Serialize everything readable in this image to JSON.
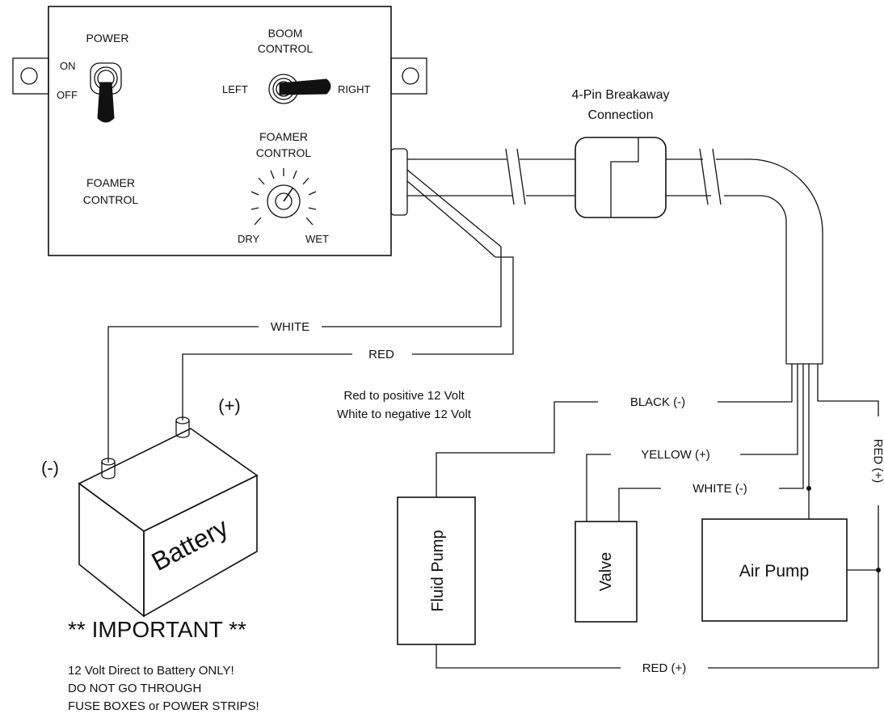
{
  "control_box": {
    "power_label": "POWER",
    "on_label": "ON",
    "off_label": "OFF",
    "boom_label_1": "BOOM",
    "boom_label_2": "CONTROL",
    "left_label": "LEFT",
    "right_label": "RIGHT",
    "foamer_dial_label_1": "FOAMER",
    "foamer_dial_label_2": "CONTROL",
    "dry_label": "DRY",
    "wet_label": "WET",
    "foamer_side_label_1": "FOAMER",
    "foamer_side_label_2": "CONTROL"
  },
  "connector": {
    "label_1": "4-Pin Breakaway",
    "label_2": "Connection"
  },
  "battery": {
    "label": "Battery",
    "positive": "(+)",
    "negative": "(-)"
  },
  "wires": {
    "white": "WHITE",
    "red": "RED",
    "black_neg": "BLACK (-)",
    "yellow_pos": "YELLOW (+)",
    "white_neg": "WHITE (-)",
    "red_pos_vertical": "RED (+)",
    "red_pos_bottom": "RED (+)"
  },
  "notes": {
    "line_1": "Red to positive 12 Volt",
    "line_2": "White to negative 12 Volt"
  },
  "components": {
    "fluid_pump": "Fluid Pump",
    "valve": "Valve",
    "air_pump": "Air Pump"
  },
  "warning": {
    "title": "** IMPORTANT **",
    "line_1": "12 Volt Direct to Battery ONLY!",
    "line_2": "DO NOT GO THROUGH",
    "line_3": "FUSE BOXES or POWER STRIPS!"
  }
}
